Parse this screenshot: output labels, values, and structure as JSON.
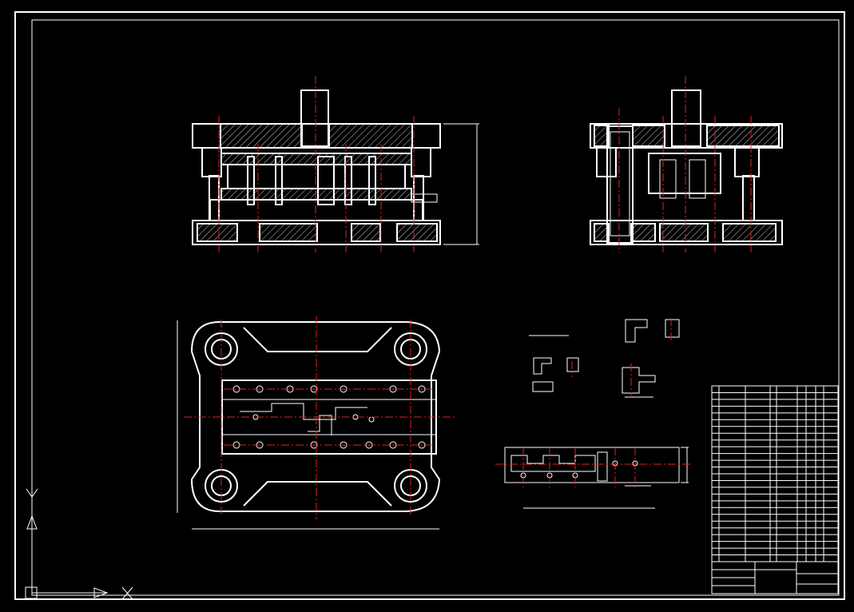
{
  "drawing": {
    "title": "",
    "colors": {
      "background": "#000000",
      "linework": "#ffffff",
      "centerline": "#e02020"
    }
  },
  "ucs": {
    "y_axis_label": "Y",
    "x_axis_label": "X"
  },
  "views": {
    "front_section": "front-section-view",
    "side_section": "side-section-view",
    "plan_view": "plan-view",
    "part_detail": "part-detail",
    "strip_layout": "strip-layout"
  },
  "bom": {
    "rows": 26
  }
}
